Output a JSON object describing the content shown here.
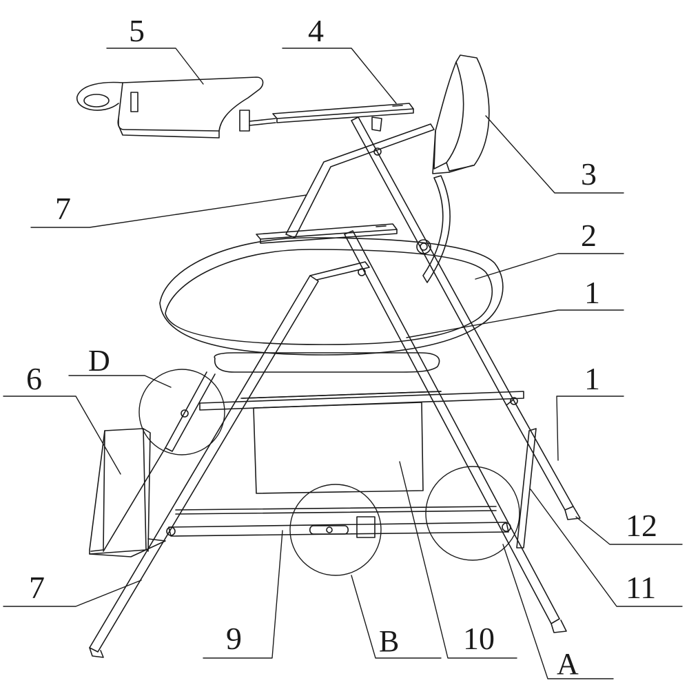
{
  "figure": {
    "part_labels": {
      "p5": "5",
      "p4": "4",
      "p3": "3",
      "p7_top": "7",
      "p2": "2",
      "p1_upper": "1",
      "p1_lower": "1",
      "p6": "6",
      "pD": "D",
      "p12": "12",
      "p11": "11",
      "p7_bottom": "7",
      "p9": "9",
      "pB": "B",
      "p10": "10",
      "pA": "A"
    }
  }
}
